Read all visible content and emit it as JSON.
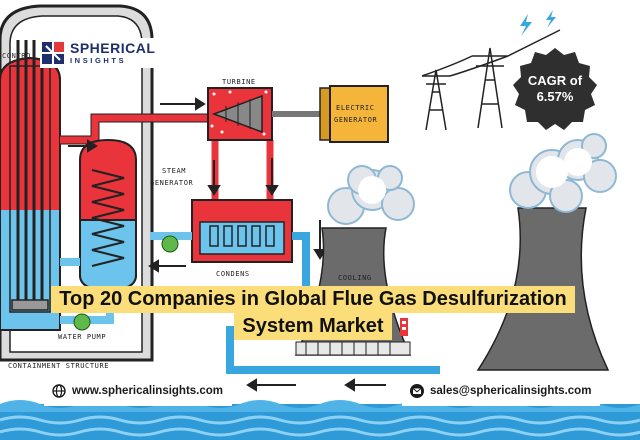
{
  "brand": {
    "name_line1": "SPHERICAL",
    "name_line2": "INSIGHTS",
    "colors": {
      "navy": "#1f2f6b",
      "red": "#e23a3a"
    }
  },
  "diagram_labels": {
    "control": "CONTRO",
    "turbine": "TURBINE",
    "generator_line1": "ELECTRIC",
    "generator_line2": "GENERATOR",
    "steam_line1": "STEAM",
    "steam_line2": "GENERATOR",
    "condenser": "CONDENS",
    "cooling": "COOLING",
    "water_pump": "WATER PUMP",
    "containment": "CONTAINMENT STRUCTURE"
  },
  "badge": {
    "line1": "CAGR of",
    "line2": "6.57%"
  },
  "headline": {
    "line1": "Top 20 Companies in Global Flue Gas Desulfurization",
    "line2": "System Market",
    "highlight_color": "#fbde7a"
  },
  "contact": {
    "website": "www.sphericalinsights.com",
    "email": "sales@sphericalinsights.com",
    "globe_icon": "globe-icon",
    "mail_icon": "mail-icon"
  },
  "colors": {
    "hot_loop": "#e8343a",
    "cold_loop": "#6cc4ec",
    "water": "#3aa6e0",
    "tower": "#6b6b6b",
    "generator": "#f5b53a",
    "pump": "#5fb84a"
  }
}
